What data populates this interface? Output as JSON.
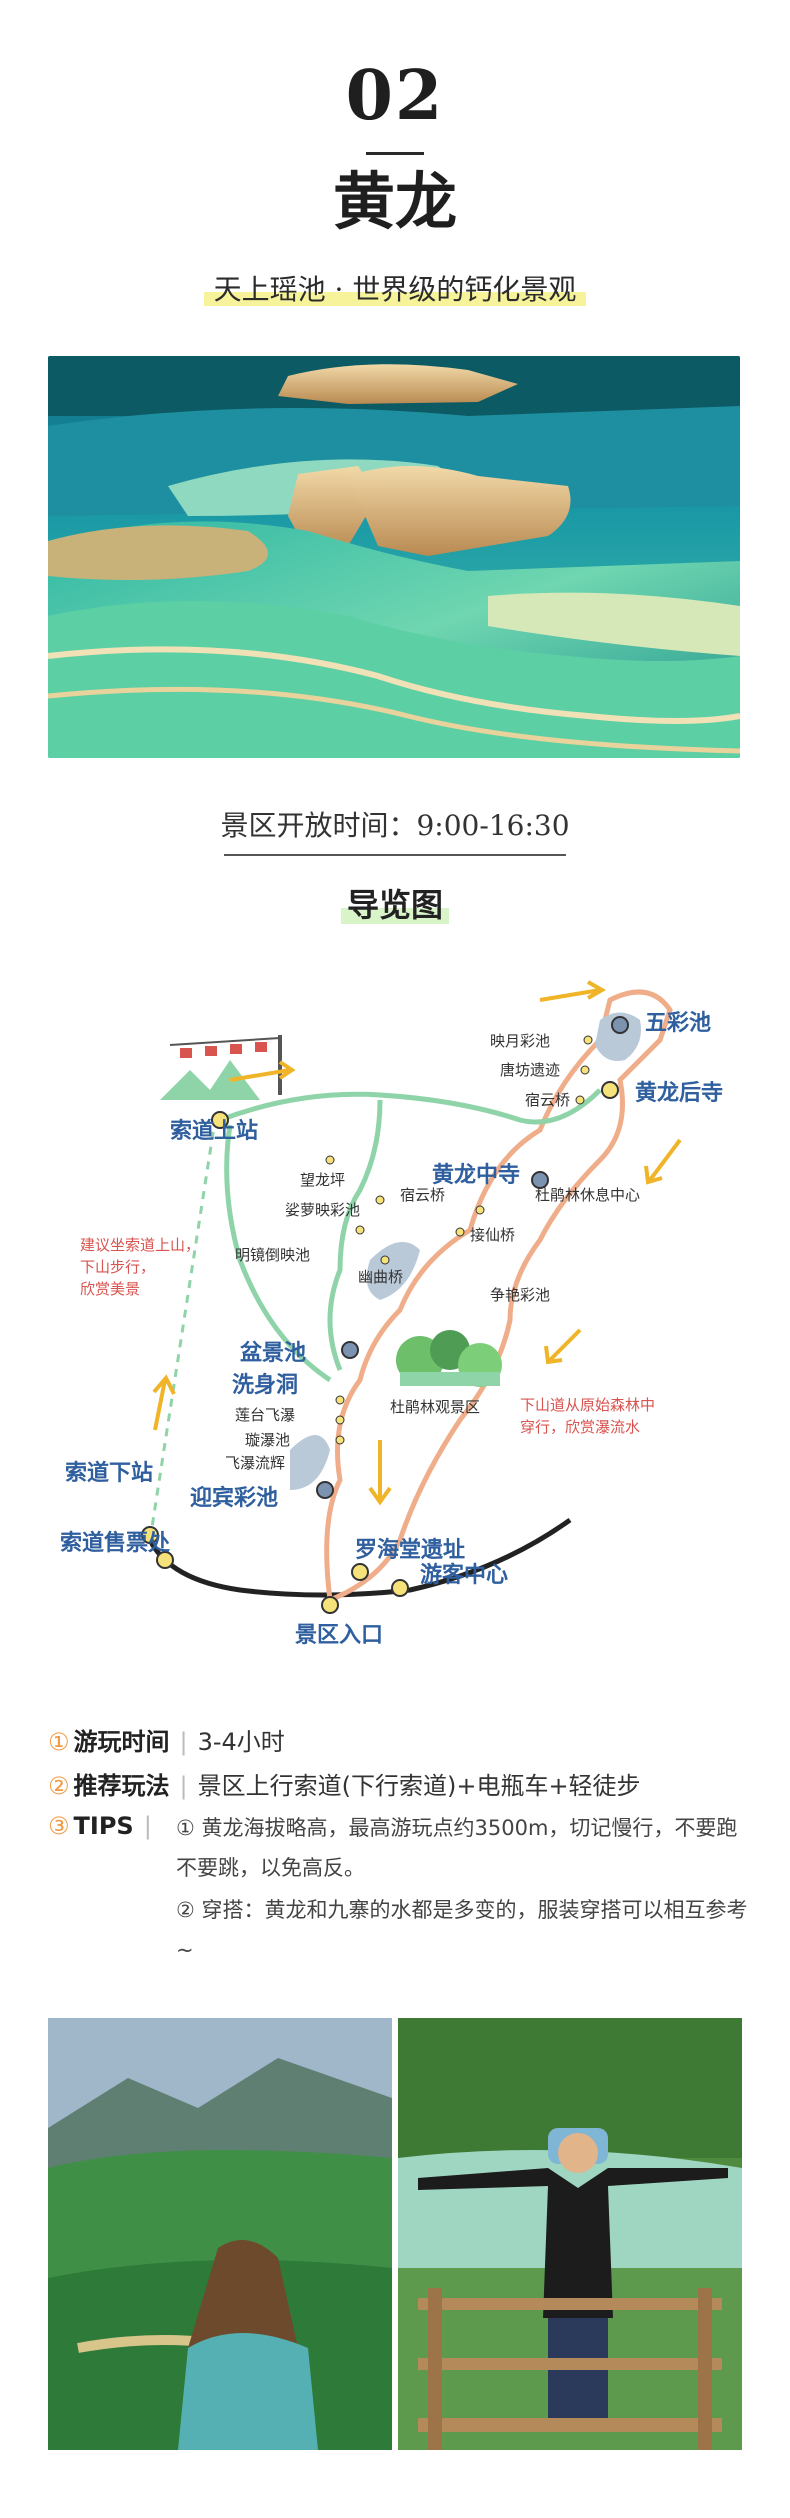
{
  "header": {
    "number": "02",
    "title": "黄龙",
    "subtitle": "天上瑶池 · 世界级的钙化景观"
  },
  "hours": "景区开放时间：9:00-16:30",
  "map": {
    "title": "导览图",
    "stations": {
      "cable_top": "索道上站",
      "cable_bottom": "索道下站",
      "ticket_office": "索道售票处",
      "entrance": "景区入口",
      "visitor_center": "游客中心"
    },
    "spots_major": {
      "wucai": "五彩池",
      "houtemple": "黄龙后寺",
      "zhongsi": "黄龙中寺",
      "penjing": "盆景池",
      "xishen": "洗身洞",
      "yingbin": "迎宾彩池",
      "luoxi": "罗海堂遗址"
    },
    "spots_minor": {
      "yingyue": "映月彩池",
      "tafang": "唐坊遗迹",
      "suyun": "宿云桥",
      "wanglong": "望龙坪",
      "suoluo": "娑萝映彩池",
      "suyun2": "宿云桥",
      "dujuan_rest": "杜鹃林休息中心",
      "jiexian": "接仙桥",
      "mingjing": "明镜倒映池",
      "youqu": "幽曲桥",
      "zhengyan": "争艳彩池",
      "liantai": "莲台飞瀑",
      "xuanbao": "璇瀑池",
      "feipu": "飞瀑流辉",
      "dujuan_view": "杜鹃林观景区"
    },
    "notes": {
      "left": [
        "建议坐索道上山，",
        "下山步行，",
        "欣赏美景"
      ],
      "right": [
        "下山道从原始森林中",
        "穿行，欣赏瀑流水"
      ]
    }
  },
  "info": {
    "rows": [
      {
        "idx": "①",
        "key": "游玩时间",
        "value": "3-4小时"
      },
      {
        "idx": "②",
        "key": "推荐玩法",
        "value": "景区上行索道(下行索道)+电瓶车+轻徒步"
      },
      {
        "idx": "③",
        "key": "TIPS",
        "value": ""
      }
    ],
    "tips": [
      "① 黄龙海拔略高，最高游玩点约3500m，切记慢行，不要跑不要跳，以免高反。",
      "② 穿搭：黄龙和九寨的水都是多变的，服装穿搭可以相互参考~"
    ]
  },
  "colors": {
    "accent_orange": "#f29a42",
    "route_green": "#8fd4a8",
    "route_orange": "#f0ad8a",
    "note_red": "#d9534f",
    "label_blue": "#2f5f9e",
    "arrow_yellow": "#f0b429"
  }
}
